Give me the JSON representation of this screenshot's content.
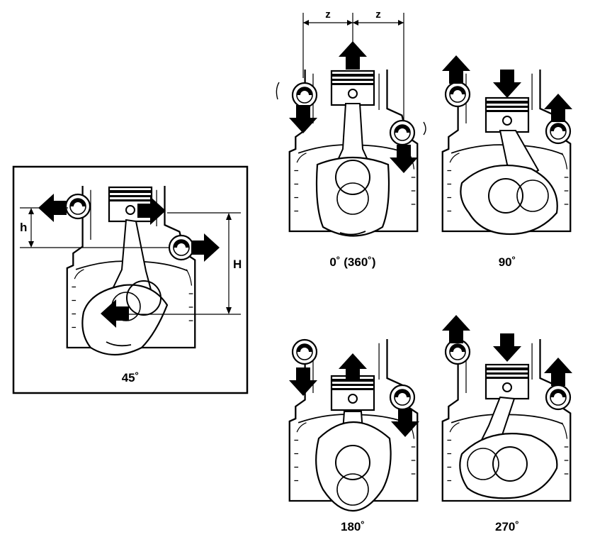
{
  "panels": {
    "p45": {
      "caption": "45˚"
    },
    "p0": {
      "caption": "0˚ (360˚)"
    },
    "p90": {
      "caption": "90˚"
    },
    "p180": {
      "caption": "180˚"
    },
    "p270": {
      "caption": "270˚"
    }
  },
  "dimensions": {
    "z_left": "z",
    "z_right": "z",
    "h": "h",
    "H": "H"
  },
  "colors": {
    "ink": "#000000",
    "paper": "#ffffff"
  }
}
